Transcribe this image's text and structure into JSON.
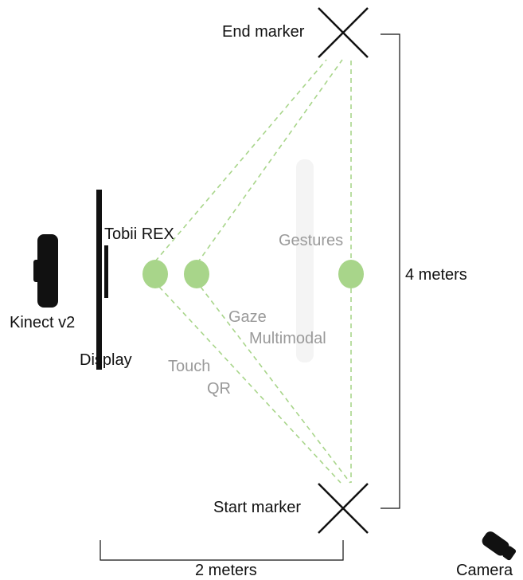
{
  "labels": {
    "end_marker": "End marker",
    "start_marker": "Start marker",
    "tobii": "Tobii REX",
    "kinect": "Kinect v2",
    "display": "Display",
    "gestures": "Gestures",
    "gaze": "Gaze",
    "multimodal": "Multimodal",
    "touch": "Touch",
    "qr": "QR",
    "height_dim": "4 meters",
    "width_dim": "2 meters",
    "camera": "Camera"
  },
  "colors": {
    "dark": "#111111",
    "muted_text": "#9a9a9a",
    "positions": "#a8d58a",
    "paths": "#a8d58a"
  },
  "icons": {
    "end_marker": "x-mark-icon",
    "start_marker": "x-mark-icon",
    "camera": "camera-icon",
    "kinect": "kinect-sensor-icon"
  }
}
